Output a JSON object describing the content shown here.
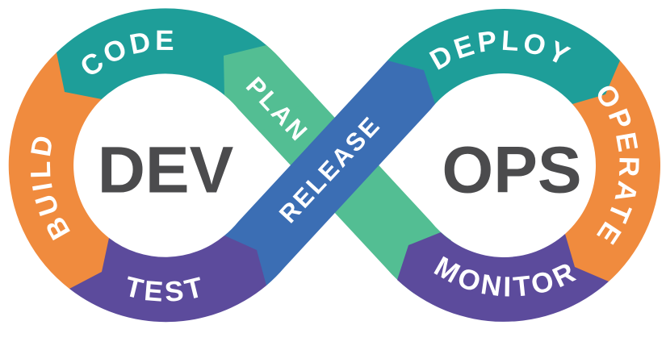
{
  "diagram": {
    "type": "devops-infinity-loop",
    "left_loop": {
      "center": "DEV"
    },
    "right_loop": {
      "center": "OPS"
    },
    "stages": {
      "plan": "PLAN",
      "code": "CODE",
      "build": "BUILD",
      "test": "TEST",
      "release": "RELEASE",
      "deploy": "DEPLOY",
      "operate": "OPERATE",
      "monitor": "MONITOR"
    }
  },
  "colors": {
    "teal": "#1E9E99",
    "green": "#53BE93",
    "orange": "#F08B3E",
    "purple": "#5C4B9C",
    "blue": "#3B6EB4",
    "center_text": "#4B4B4D",
    "label_text": "#FFFFFF",
    "background": "#FFFFFF"
  }
}
